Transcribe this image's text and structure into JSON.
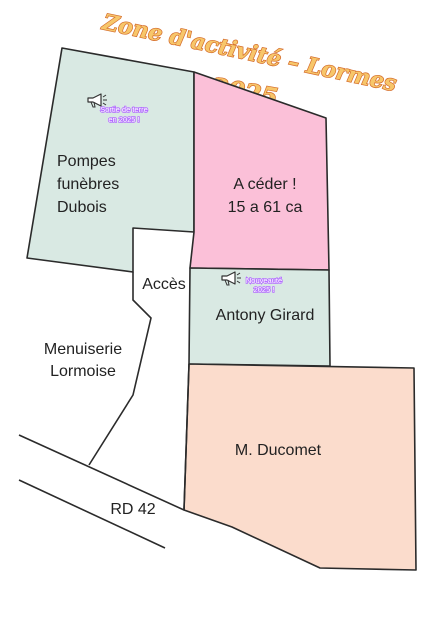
{
  "title": {
    "line1": "Zone d'activité – Lormes",
    "line2": "2025"
  },
  "parcels": {
    "pompes_funebres": {
      "line1": "Pompes",
      "line2": "funèbres",
      "line3": "Dubois",
      "color": "#d9e9e3",
      "announcement": {
        "icon": "megaphone-icon",
        "line1": "Sortie de terre",
        "line2": "en 2025 !"
      }
    },
    "a_ceder": {
      "line1": "A céder !",
      "line2": "15 a 61 ca",
      "color": "#fbc0d8"
    },
    "antony_girard": {
      "label": "Antony Girard",
      "color": "#d9e9e3",
      "announcement": {
        "icon": "megaphone-icon",
        "line1": "Nouveauté",
        "line2": "2025 !"
      }
    },
    "ducomet": {
      "label": "M. Ducomet",
      "color": "#fbdccc"
    }
  },
  "acces": {
    "label": "Accès"
  },
  "menuiserie": {
    "line1": "Menuiserie",
    "line2": "Lormoise"
  },
  "road": {
    "label": "RD 42"
  },
  "colors": {
    "title_fill": "#f7c66a",
    "title_stroke": "#d46a2a",
    "tag_glow": "#b36cff"
  }
}
